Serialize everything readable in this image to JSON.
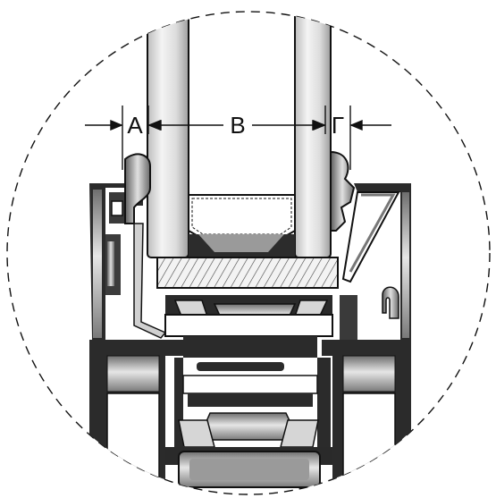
{
  "labels": {
    "a": "A",
    "b": "B",
    "g": "Γ"
  },
  "colors": {
    "outline": "#111111",
    "glass": "#d9d9d9",
    "metal_dark": "#3a3a3a",
    "metal_mid": "#8a8a8a",
    "metal_light": "#c8c8c8",
    "hatch": "#f2f2f2"
  }
}
